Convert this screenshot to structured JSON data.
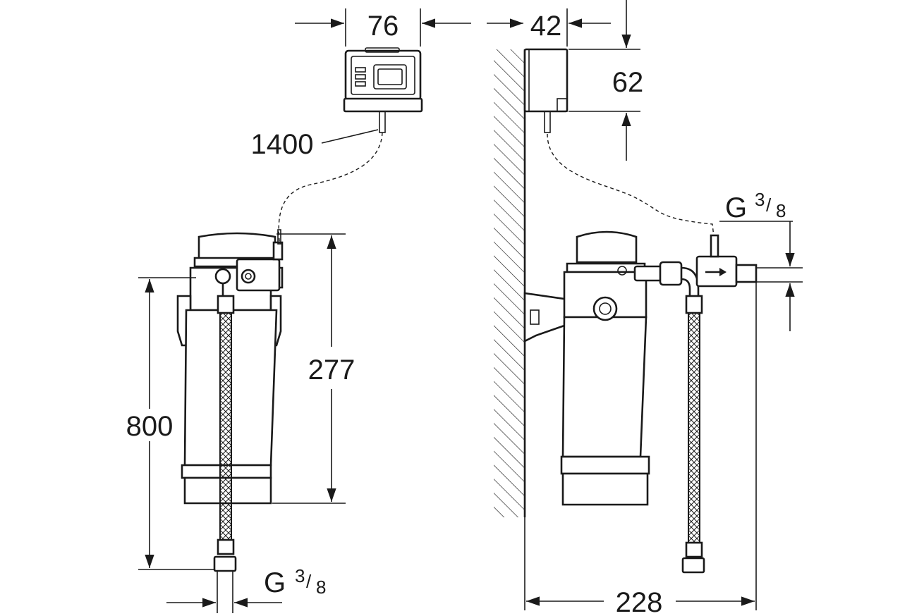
{
  "dimensions": {
    "top_width": "76",
    "side_depth": "42",
    "side_height": "62",
    "cable_length": "1400",
    "filter_height": "277",
    "total_height": "800",
    "wall_to_outlet": "228"
  },
  "connections": {
    "thread_letter": "G",
    "thread_num": "3",
    "thread_den": "8"
  }
}
